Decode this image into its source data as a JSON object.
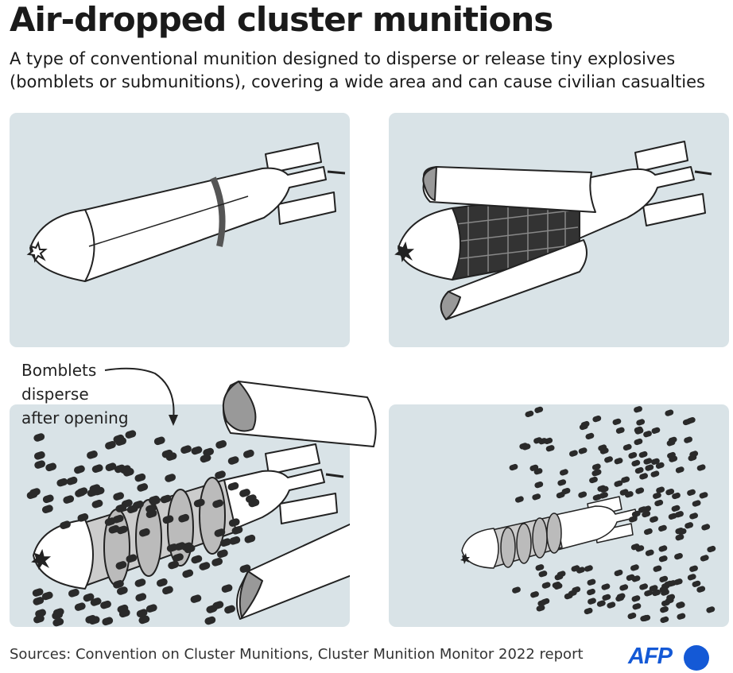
{
  "header": {
    "title": "Air-dropped cluster munitions",
    "subtitle": "A type of conventional munition designed to disperse or release tiny explosives (bomblets or submunitions), covering a wide area and can cause civilian casualties"
  },
  "annotation": {
    "lines": [
      "Bomblets",
      "disperse",
      "after opening"
    ]
  },
  "footer": {
    "sources": "Sources: Convention on Cluster Munitions, Cluster Munition Monitor 2022 report",
    "logo_text": "AFP"
  },
  "colors": {
    "panel_bg": "#d9e3e7",
    "outline": "#222222",
    "casing_fill": "#ffffff",
    "shell_inner": "#9a9a9a",
    "bomblet": "#2a2a2a",
    "brand": "#1459d6"
  }
}
